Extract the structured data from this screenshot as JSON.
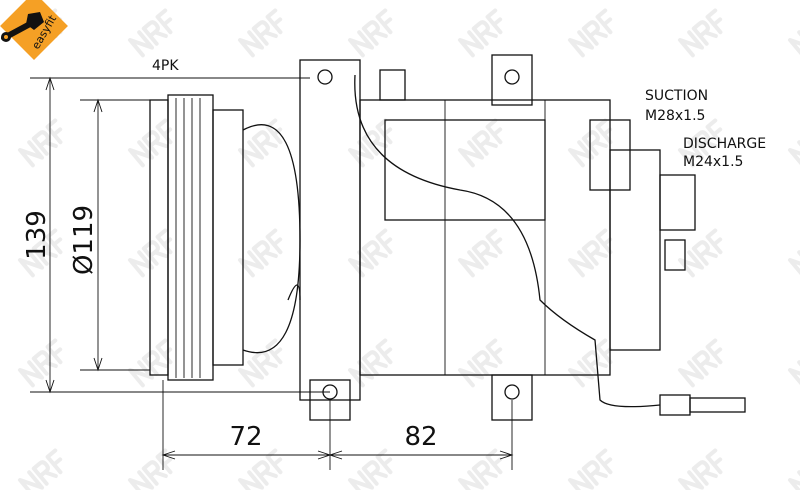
{
  "logo": {
    "text": "easyfit",
    "color": "#f5a025"
  },
  "watermark": "NRF",
  "dimensions": {
    "belt": "4PK",
    "height": "139",
    "pulley_diameter": "Ø119",
    "pulley_offset": "72",
    "mount_spacing": "82"
  },
  "ports": {
    "suction_label": "SUCTION",
    "suction_thread": "M28x1.5",
    "discharge_label": "DISCHARGE",
    "discharge_thread": "M24x1.5"
  }
}
